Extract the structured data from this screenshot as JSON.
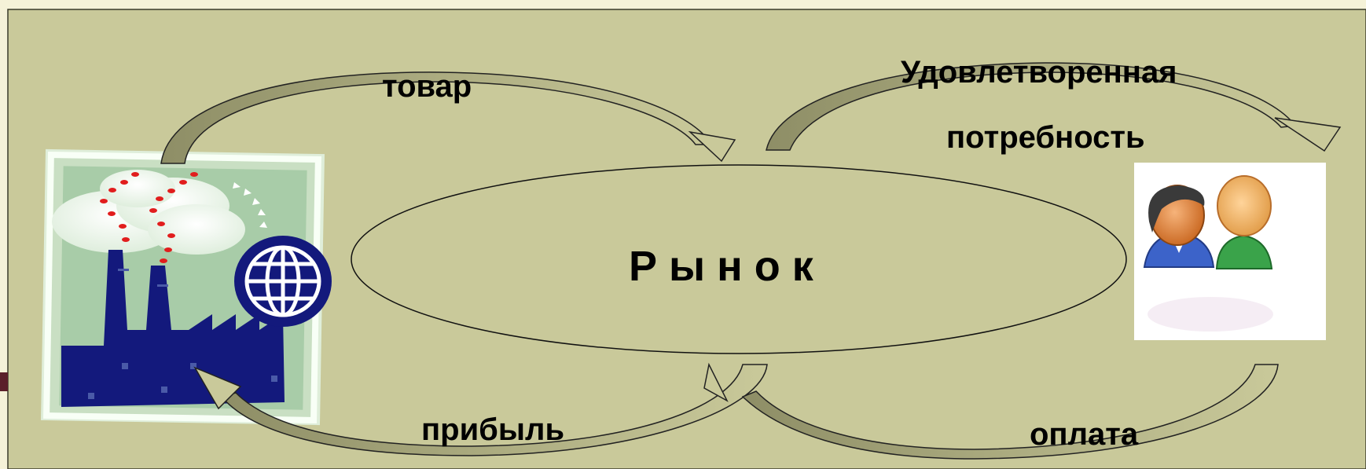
{
  "diagram": {
    "center_label": "Р ы н о к",
    "arrows": {
      "goods": "товар",
      "satisfied_need_line1": "Удовлетворенная",
      "satisfied_need_line2": "потребность",
      "profit": "прибыль",
      "payment": "оплата"
    },
    "participants": {
      "producer": "factory-icon",
      "globe": "globe-icon",
      "consumers": "people-icon"
    },
    "colors": {
      "background": "#c9c99a",
      "frame_top": "#f5f2d8",
      "arrow_fill": "#9a9a72",
      "factory_navy": "#13197c",
      "smoke_dots": "#e11d1d"
    }
  }
}
